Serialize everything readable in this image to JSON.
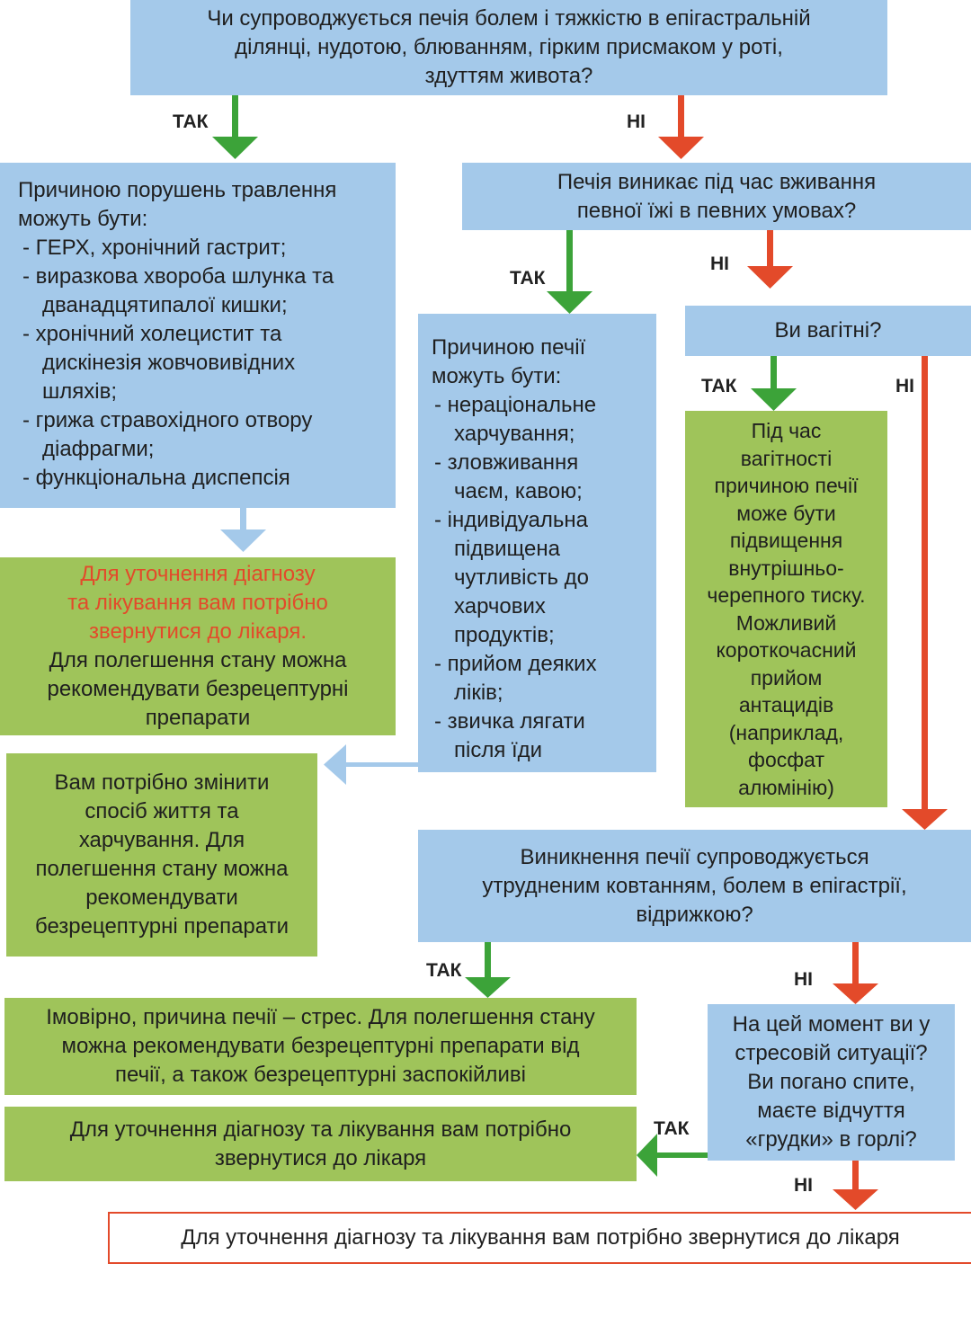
{
  "colors": {
    "blue_box": "#a4c9ea",
    "green_box": "#9fc45a",
    "yes_arrow": "#3ca339",
    "no_arrow": "#e34a2a",
    "light_arrow": "#a4c9ea",
    "warning_text": "#e34a2a"
  },
  "labels": {
    "yes": "ТАК",
    "no": "НІ"
  },
  "q1": {
    "lines": [
      "Чи супроводжується печія болем і тяжкістю в епігастральній",
      "ділянці, нудотою, блюванням, гірким присмаком у роті,",
      "здуттям живота?"
    ]
  },
  "causes_digestion": {
    "title_lines": [
      "Причиною порушень травлення",
      "можуть бути:"
    ],
    "items": [
      [
        "- ГЕРХ, хронічний гастрит;"
      ],
      [
        "- виразкова хвороба шлунка та",
        "дванадцятипалої кишки;"
      ],
      [
        "- хронічний холецистит та",
        "дискінезія жовчовивідних",
        "шляхів;"
      ],
      [
        "- грижа стравохідного отвору",
        "діафрагми;"
      ],
      [
        "- функціональна диспепсія"
      ]
    ]
  },
  "doctor_box_1": {
    "warning_lines": [
      "Для уточнення діагнозу",
      "та лікування вам потрібно",
      "звернутися до лікаря."
    ],
    "lines": [
      "Для  полегшення стану  можна",
      "рекомендувати безрецептурні",
      "препарати"
    ]
  },
  "q2": {
    "lines": [
      "Печія виникає під час вживання",
      "певної їжі в певних умовах?"
    ]
  },
  "causes_heartburn": {
    "title_lines": [
      "Причиною печії",
      "можуть бути:"
    ],
    "items": [
      [
        "- нераціональне",
        "харчування;"
      ],
      [
        "- зловживання",
        "чаєм, кавою;"
      ],
      [
        "- індивідуальна",
        "підвищена",
        "чутливість до",
        "харчових",
        "продуктів;"
      ],
      [
        "- прийом деяких",
        "ліків;"
      ],
      [
        "- звичка лягати",
        "після їди"
      ]
    ]
  },
  "lifestyle_box": {
    "lines": [
      "Вам потрібно змінити",
      "спосіб життя та",
      "харчування. Для",
      "полегшення стану можна",
      "рекомендувати",
      "безрецептурні препарати"
    ]
  },
  "q3": {
    "text": "Ви вагітні?"
  },
  "pregnancy_box": {
    "lines": [
      "Під час",
      "вагітності",
      "причиною печії",
      "може бути",
      "підвищення",
      "внутрішньо-",
      "черепного тиску.",
      "Можливий",
      "короткочасний",
      "прийом",
      "антацидів",
      "(наприклад,",
      "фосфат",
      "алюмінію)"
    ]
  },
  "q4": {
    "lines": [
      "Виникнення печії супроводжується",
      "утрудненим ковтанням, болем в епігастрії,",
      "відрижкою?"
    ]
  },
  "stress_box": {
    "lines": [
      "Імовірно, причина печії – стрес. Для полегшення стану",
      "можна рекомендувати безрецептурні препарати  від",
      "печії, а також безрецептурні заспокійливі"
    ]
  },
  "q5": {
    "lines": [
      "На цей момент ви у",
      "стресовій ситуації?",
      "Ви погано спите,",
      "маєте відчуття",
      "«грудки» в горлі?"
    ]
  },
  "doctor_box_2": {
    "lines": [
      "Для уточнення діагнозу та лікування  вам потрібно",
      "звернутися до лікаря"
    ]
  },
  "doctor_box_final": {
    "text": "Для уточнення діагнозу та лікування  вам потрібно звернутися до лікаря"
  }
}
